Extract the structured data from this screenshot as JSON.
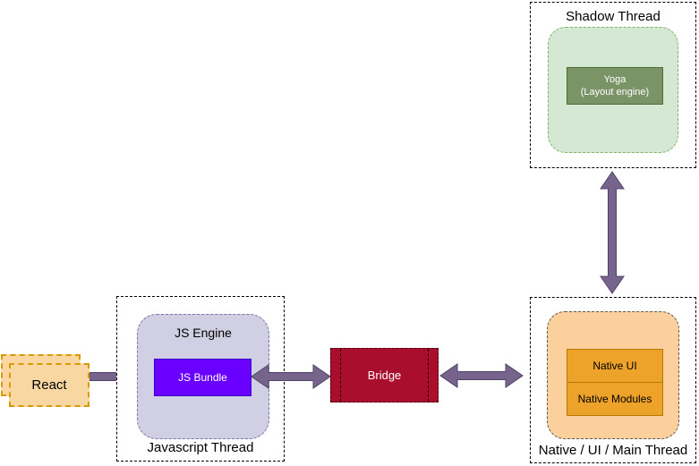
{
  "shadow_thread": {
    "label": "Shadow Thread",
    "yoga_line1": "Yoga",
    "yoga_line2": "(Layout engine)"
  },
  "js_thread": {
    "label": "Javascript Thread",
    "engine_label": "JS Engine",
    "bundle_label": "JS Bundle"
  },
  "react": {
    "label": "React"
  },
  "bridge": {
    "label": "Bridge"
  },
  "native_thread": {
    "label": "Native / UI / Main Thread",
    "modules": [
      "Native UI",
      "Native Modules"
    ]
  },
  "colors": {
    "arrow_fill": "#76648D",
    "arrow_stroke": "#4F4466",
    "shadow_group_fill": "#D5E8D4",
    "shadow_group_border": "#82B366",
    "yoga_fill": "#7A9468",
    "yoga_border": "#4C7034",
    "engine_fill": "#D0CFE3",
    "engine_border": "#7B73AD",
    "bundle_fill": "#6A00FF",
    "bundle_border": "#3700CC",
    "react_fill": "#F8D7A3",
    "react_border": "#D79B00",
    "bridge_fill": "#A90E2D",
    "native_group_fill": "#FBD09D",
    "native_cell_fill": "#EDA229",
    "native_cell_border": "#B87800"
  }
}
